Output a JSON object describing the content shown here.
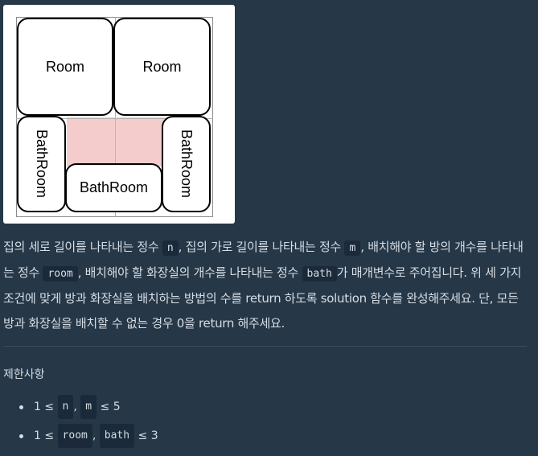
{
  "figure": {
    "room_left": "Room",
    "room_right": "Room",
    "bath_left": "BathRoom",
    "bath_bottom": "BathRoom",
    "bath_right": "BathRoom",
    "highlight_color": "#f4cccc"
  },
  "description": {
    "line1_a": "집의 세로 길이를 나타내는 정수 ",
    "code_n": "n",
    "line1_b": ", 집의 가로 길이를 나타내는 정수 ",
    "code_m": "m",
    "line1_c": ", 배치해야 할 방의 개수를 나타내는 정수 ",
    "code_room": "room",
    "line1_d": ", 배치해야 할 화장실의 개수를 나타내는 정수 ",
    "code_bath": "bath",
    "line1_e": "가 매개변수로 주어집니다. 위 세 가지 조건에 맞게 방과 화장실을 배치하는 방법의 수를 return 하도록 solution 함수를 완성해주세요. 단, 모든 방과 화장실을 배치할 수 없는 경우 0을 return 해주세요."
  },
  "constraints": {
    "title": "제한사항",
    "item1": {
      "prefix": "1 ≤ ",
      "code_a": "n",
      "sep": ", ",
      "code_b": "m",
      "suffix": " ≤ 5"
    },
    "item2": {
      "prefix": "1 ≤ ",
      "code_a": "room",
      "sep": ", ",
      "code_b": "bath",
      "suffix": " ≤ 3"
    }
  }
}
